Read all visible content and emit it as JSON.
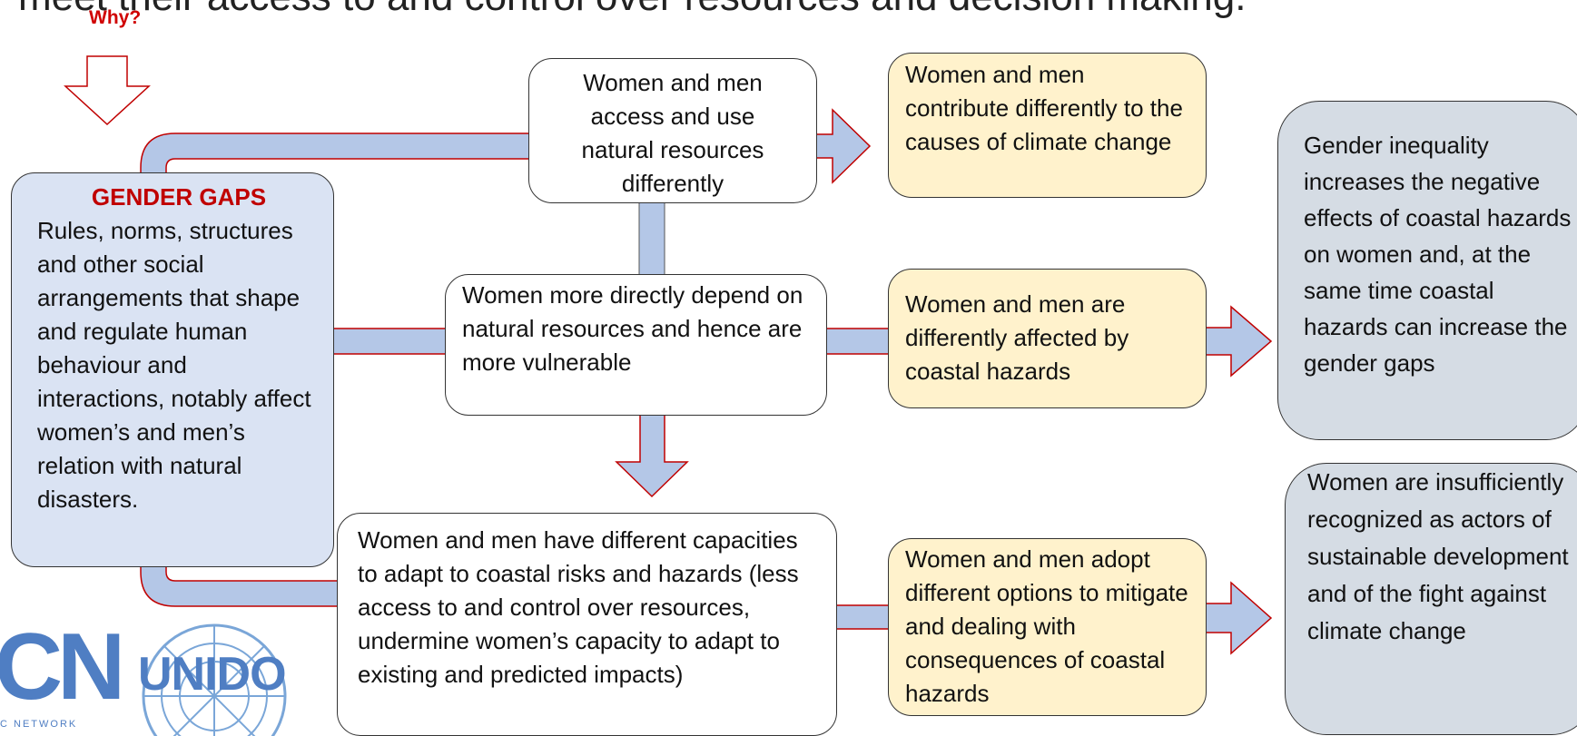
{
  "title": "meet their access to and control over resources and decision making.",
  "why_label": "Why?",
  "gender_gaps": {
    "heading": "GENDER GAPS",
    "text": "Rules, norms, structures and other social arrangements that shape and regulate human behaviour and interactions, notably affect women’s and men’s relation with natural disasters."
  },
  "causes": {
    "access": "Women and men access and use natural resources differently",
    "depend": "Women more directly depend on natural resources and hence are more vulnerable",
    "capacities": "Women and men have different capacities to adapt to coastal risks and hazards (less access to and control over resources, undermine women’s capacity to adapt to existing and predicted impacts)"
  },
  "effects": {
    "contribute": "Women and men contribute differently to the causes of climate change",
    "affected": "Women and men are differently affected by coastal hazards",
    "adopt": "Women and men adopt different options to mitigate and dealing with consequences of coastal hazards"
  },
  "outcomes": {
    "inequality": "Gender inequality increases the negative effects of coastal hazards on women and, at the same time coastal hazards can increase the gender gaps",
    "recognized": "Women are insufficiently recognized as actors of sustainable development and of the fight against climate change"
  },
  "logos": {
    "left": "CN",
    "left_caption": "C NETWORK",
    "unido": "UNIDO"
  },
  "colors": {
    "connector_fill": "#b4c7e7",
    "connector_stroke": "#c00000",
    "red": "#c00000",
    "white_box": "#ffffff",
    "yellow_box": "#fff2cc",
    "blue_box": "#dae3f3",
    "grey_box": "#d5dce4"
  }
}
